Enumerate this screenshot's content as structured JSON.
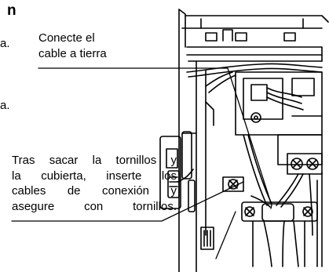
{
  "page_fragments": {
    "heading": "n",
    "line_a": "a.",
    "line_b": "a."
  },
  "callouts": {
    "ground": {
      "line1": "Conecte el",
      "line2": "cable a tierra"
    },
    "connection": {
      "lines": [
        "Tras sacar la tornillos y",
        "la cubierta, inserte los",
        "cables de conexión y",
        "asegure con tornillos."
      ]
    }
  }
}
